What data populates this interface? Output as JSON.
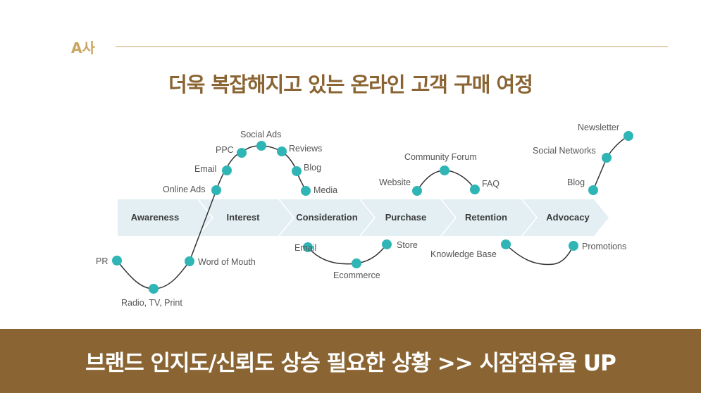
{
  "header": {
    "company": "A사",
    "title": "더욱 복잡해지고 있는 온라인 고객 구매 여정"
  },
  "diagram": {
    "stages": [
      "Awareness",
      "Interest",
      "Consideration",
      "Purchase",
      "Retention",
      "Advocacy"
    ],
    "touchpoints": [
      "PR",
      "Radio, TV, Print",
      "Word of Mouth",
      "Online Ads",
      "Email",
      "PPC",
      "Social Ads",
      "Reviews",
      "Blog",
      "Media",
      "Email",
      "Ecommerce",
      "Store",
      "Website",
      "Community Forum",
      "FAQ",
      "Knowledge Base",
      "Promotions",
      "Blog",
      "Social Networks",
      "Newsletter"
    ],
    "colors": {
      "stage_arrow": "#e3eff3",
      "dot": "#2fb5b5",
      "curve": "#333333"
    }
  },
  "footer": {
    "banner": "브랜드 인지도/신뢰도 상승 필요한 상황 >> 시잠점유율 UP"
  }
}
